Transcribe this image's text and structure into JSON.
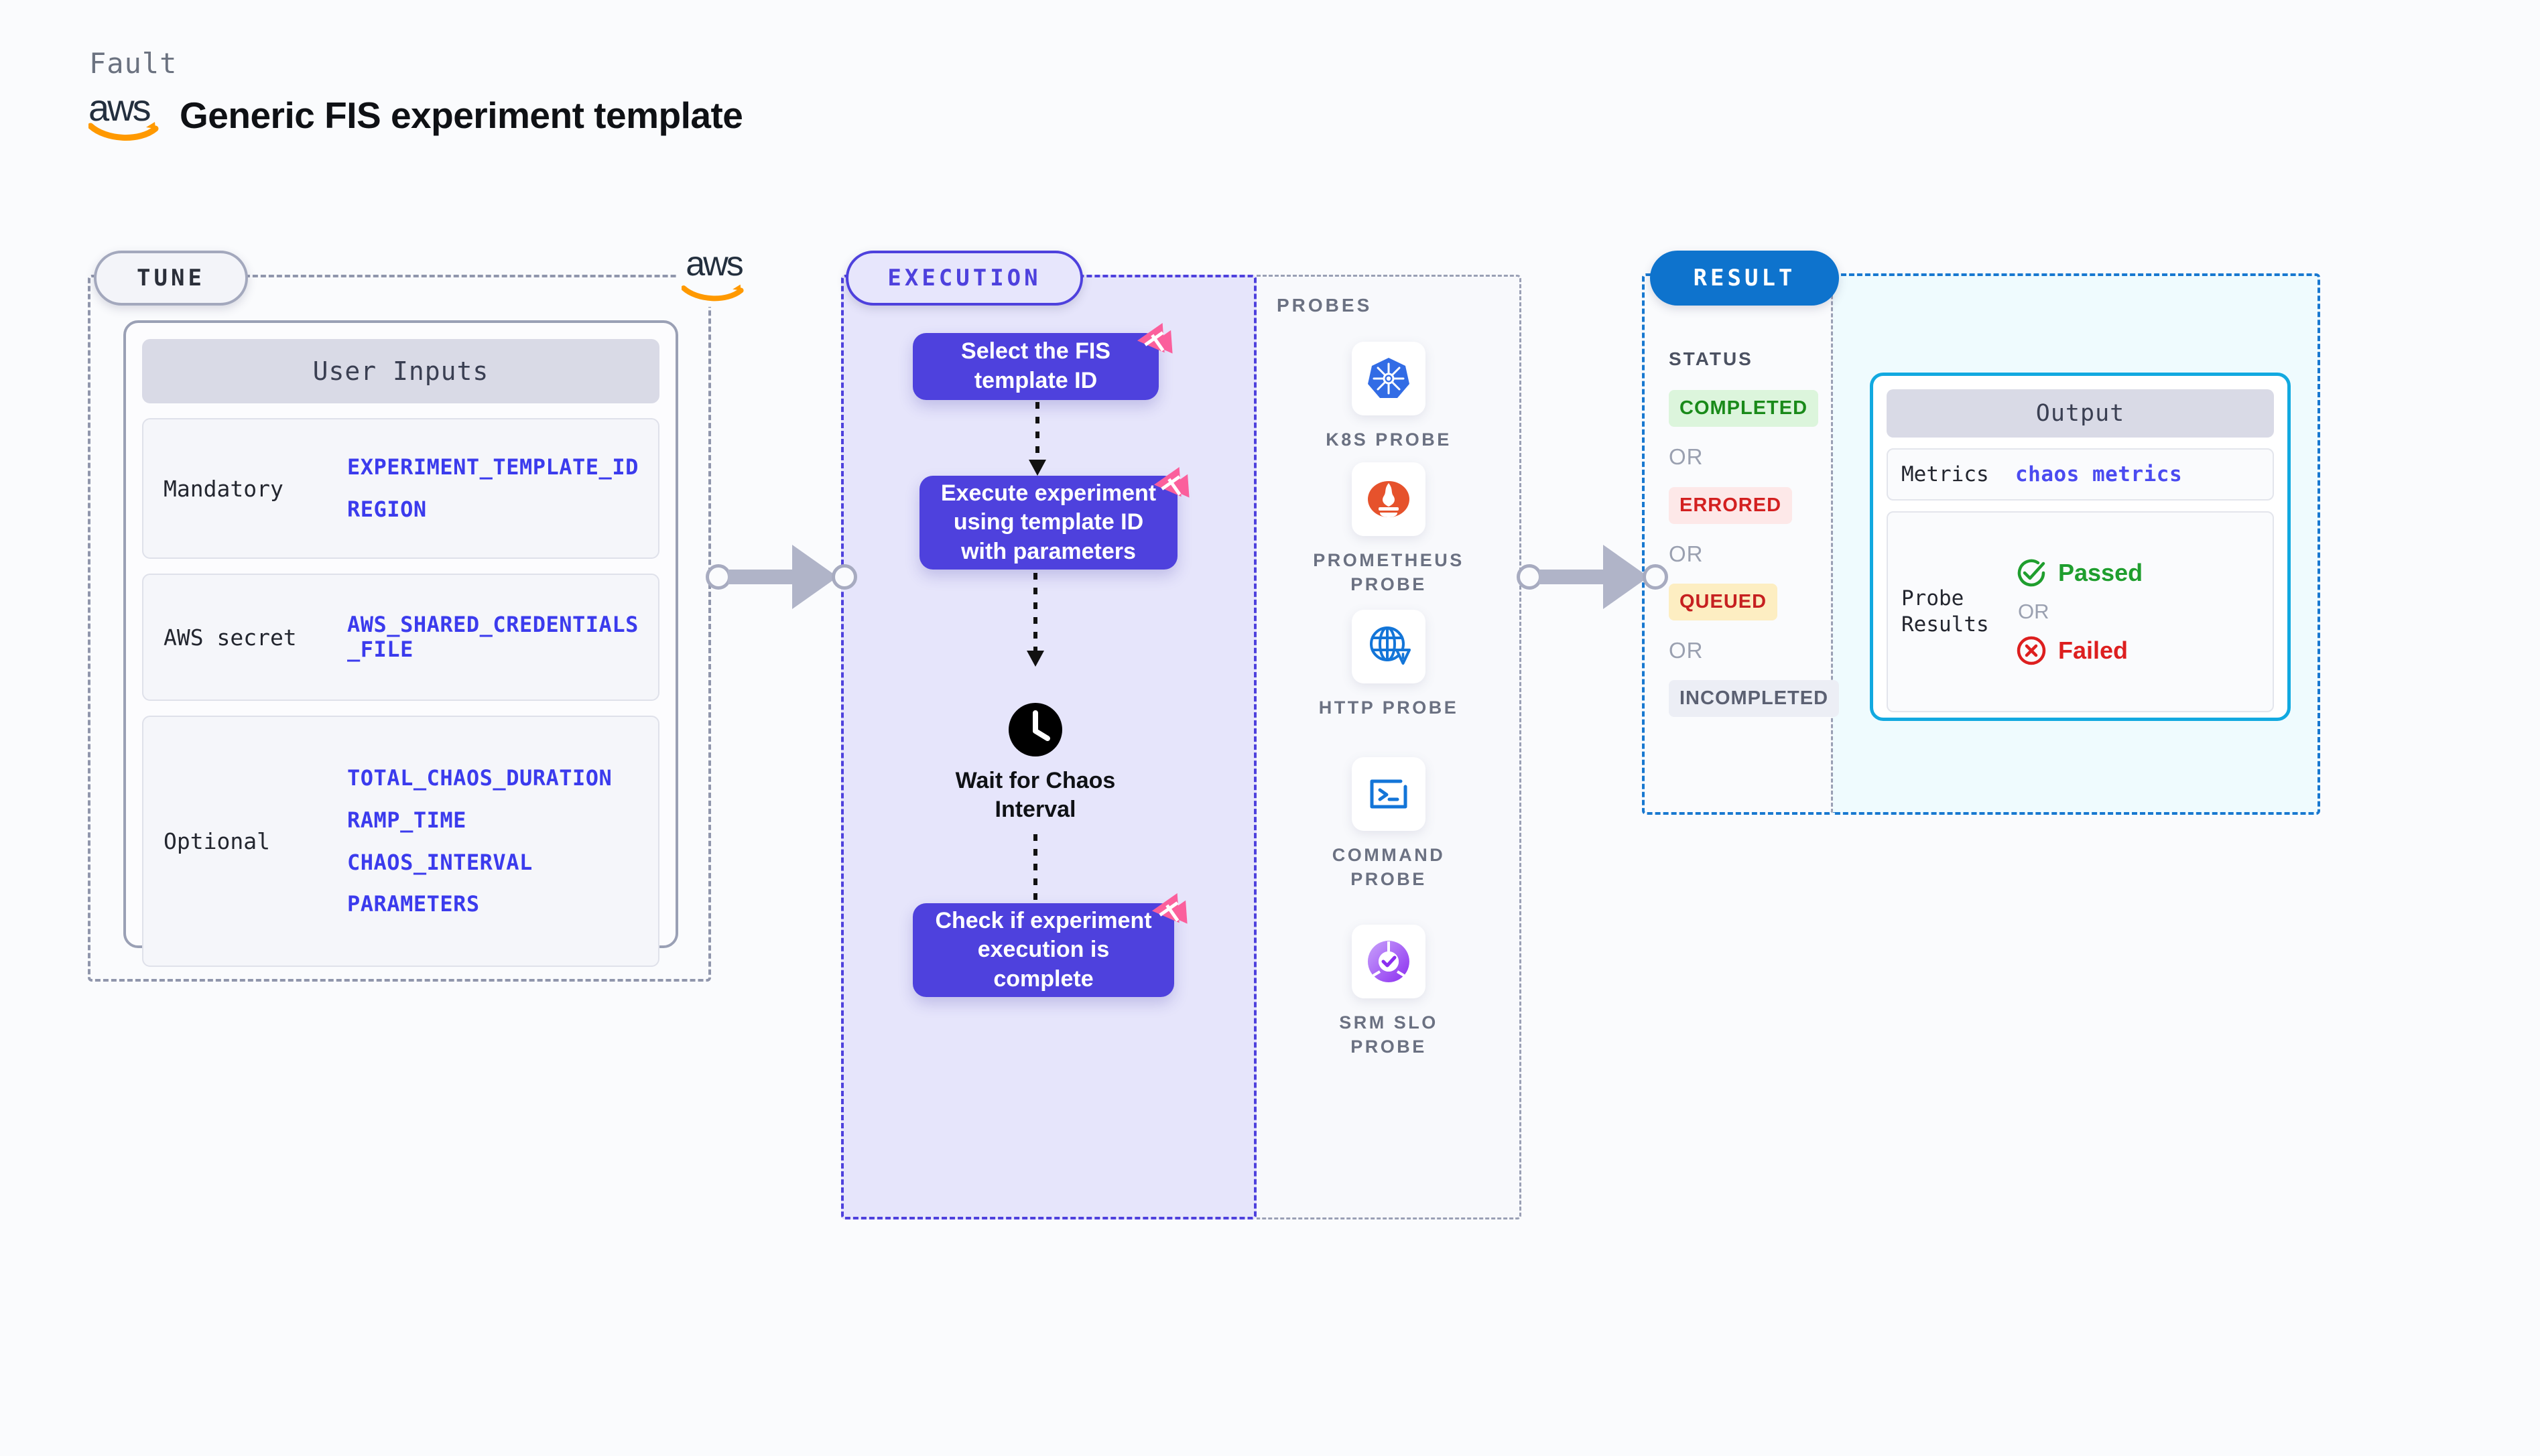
{
  "header": {
    "eyebrow": "Fault",
    "brand": "aws",
    "title": "Generic FIS experiment template"
  },
  "tune": {
    "stage_label": "TUNE",
    "brand_badge": "aws",
    "card_title": "User Inputs",
    "groups": [
      {
        "label": "Mandatory",
        "values": [
          "EXPERIMENT_TEMPLATE_ID",
          "REGION"
        ]
      },
      {
        "label": "AWS secret",
        "values": [
          "AWS_SHARED_CREDENTIALS\n_FILE"
        ]
      },
      {
        "label": "Optional",
        "values": [
          "TOTAL_CHAOS_DURATION",
          "RAMP_TIME",
          "CHAOS_INTERVAL",
          "PARAMETERS"
        ]
      }
    ]
  },
  "execution": {
    "stage_label": "EXECUTION",
    "steps": [
      {
        "text": "Select the FIS template ID",
        "icon": "litmus-ribbon-icon"
      },
      {
        "text": "Execute experiment using template ID with parameters",
        "icon": "litmus-ribbon-icon"
      },
      {
        "text": "Check if experiment execution is complete",
        "icon": "litmus-ribbon-icon"
      }
    ],
    "wait_node": {
      "icon": "clock-icon",
      "label": "Wait for Chaos Interval"
    },
    "probes_label": "PROBES",
    "probes": [
      {
        "name": "K8S  PROBE",
        "icon": "kubernetes-icon"
      },
      {
        "name": "PROMETHEUS PROBE",
        "icon": "prometheus-icon"
      },
      {
        "name": "HTTP  PROBE",
        "icon": "http-globe-icon"
      },
      {
        "name": "COMMAND PROBE",
        "icon": "terminal-icon"
      },
      {
        "name": "SRM SLO PROBE",
        "icon": "srm-slo-icon"
      }
    ]
  },
  "result": {
    "stage_label": "RESULT",
    "status_label": "STATUS",
    "or_label": "OR",
    "statuses": [
      {
        "text": "COMPLETED",
        "bg": "#dcf5dc",
        "color": "#1a8a1a"
      },
      {
        "text": "ERRORED",
        "bg": "#fde8e8",
        "color": "#d32020"
      },
      {
        "text": "QUEUED",
        "bg": "#fdeec2",
        "color": "#c62020"
      },
      {
        "text": "INCOMPLETED",
        "bg": "#eceef5",
        "color": "#5b6072"
      }
    ],
    "output": {
      "title": "Output",
      "metrics_label": "Metrics",
      "metrics_value": "chaos metrics",
      "probe_results_label": "Probe\nResults",
      "passed_text": "Passed",
      "passed_color": "#1f9e2e",
      "failed_text": "Failed",
      "failed_color": "#dd1f1f",
      "or_label": "OR"
    }
  },
  "colors": {
    "purple": "#4e41dd",
    "pink": "#fb5f9c",
    "blue": "#0e73cd",
    "cyan": "#12a9e0",
    "aws_orange": "#ff9900"
  }
}
